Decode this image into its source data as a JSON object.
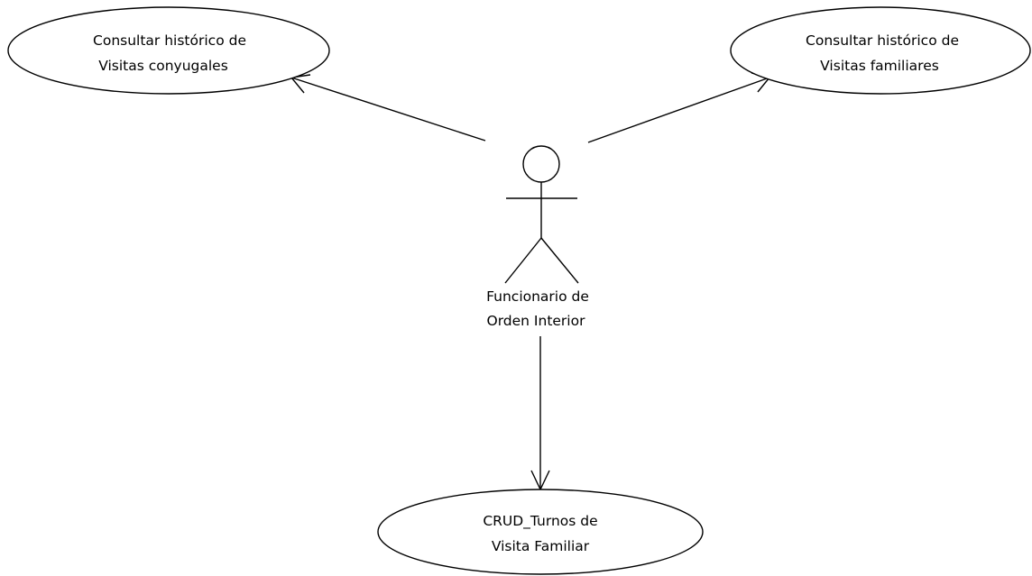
{
  "diagram": {
    "use_cases": [
      {
        "id": "uc_conyugales",
        "lines": [
          "Consultar histórico  de",
          "Visitas conyugales"
        ]
      },
      {
        "id": "uc_familiares",
        "lines": [
          "Consultar histórico  de",
          "Visitas familiares"
        ]
      },
      {
        "id": "uc_crud",
        "lines": [
          "CRUD_Turnos de",
          "Visita Familiar"
        ]
      }
    ],
    "actor": {
      "lines": [
        "Funcionario de",
        "Orden Interior"
      ]
    },
    "associations": [
      {
        "from": "actor",
        "to": "uc_conyugales",
        "arrow": "open"
      },
      {
        "from": "actor",
        "to": "uc_familiares",
        "arrow": "open"
      },
      {
        "from": "actor",
        "to": "uc_crud",
        "arrow": "open"
      }
    ]
  }
}
